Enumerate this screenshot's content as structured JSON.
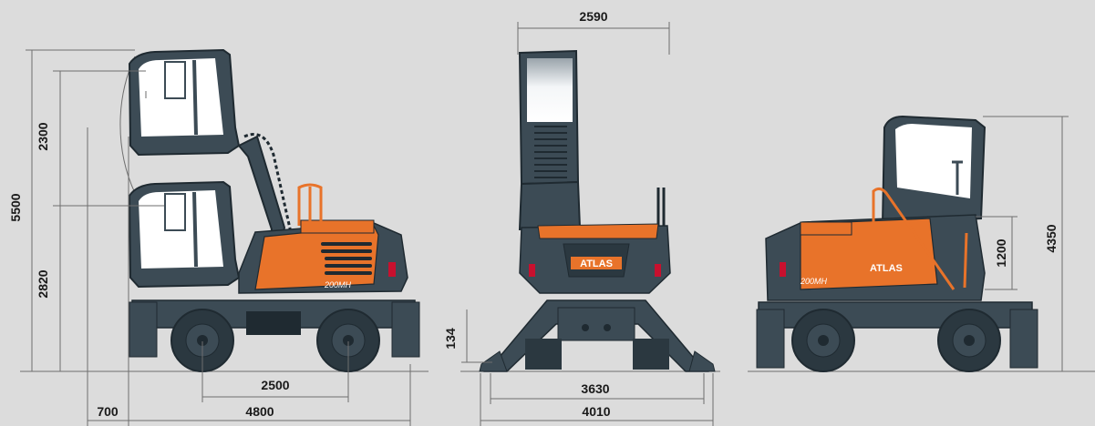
{
  "colors": {
    "background": "#dcdcdc",
    "machine_body": "#3c4b55",
    "counterweight_orange": "#e8732a",
    "dimension_line": "#6e6e6e",
    "tail_light": "#c8102e",
    "glass": "#f4f6f8"
  },
  "brand": {
    "logo_text": "ATLAS",
    "model_text": "200MH"
  },
  "dimensions": {
    "overall_height": "5500",
    "cab_lift": "2300",
    "cab_height_lowered": "2820",
    "wheelbase": "2500",
    "front_offset": "700",
    "overall_length": "4800",
    "width_top": "2590",
    "ground_clearance": "134",
    "outrigger_inner": "3630",
    "outrigger_outer": "4010",
    "rear_guard_height": "1200",
    "rear_height": "4350"
  }
}
